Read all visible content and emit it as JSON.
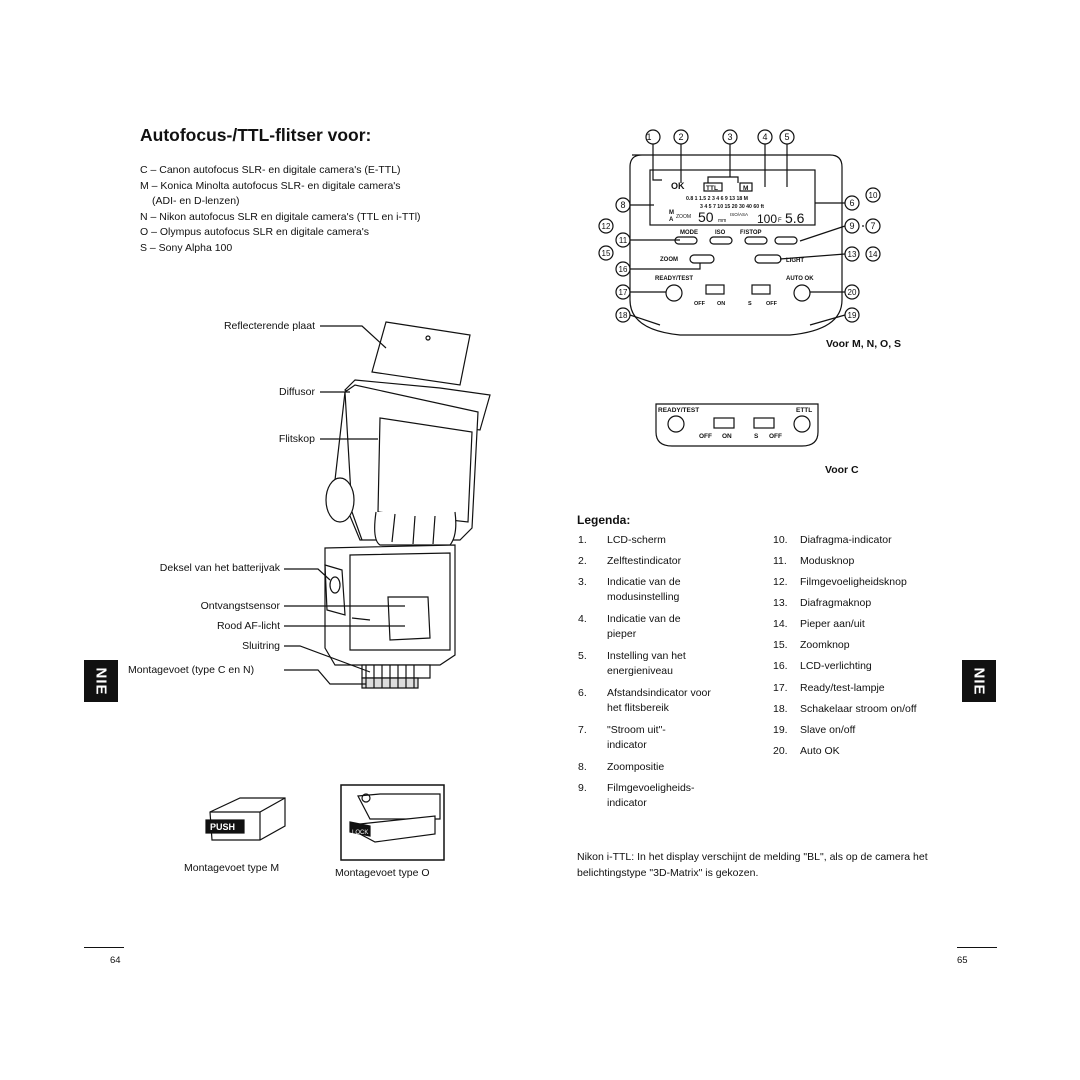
{
  "left_page": {
    "title": "Autofocus-/TTL-flitser voor:",
    "brands": [
      "C – Canon autofocus SLR- en digitale camera's (E-TTL)",
      "M – Konica Minolta autofocus SLR- en digitale camera's",
      "(ADI- en D-lenzen)",
      "N – Nikon autofocus SLR en digitale camera's (TTL en i-TTl)",
      "O – Olympus autofocus SLR en digitale camera's",
      "S – Sony Alpha 100"
    ],
    "flash_labels": {
      "reflector": "Reflecterende plaat",
      "diffuser": "Diffusor",
      "head": "Flitskop",
      "battery": "Deksel van het batterijvak",
      "sensor": "Ontvangstsensor",
      "af_light": "Rood AF-licht",
      "lock_ring": "Sluitring",
      "foot": "Montagevoet (type C en N)"
    },
    "foot_m_caption": "Montagevoet type M",
    "foot_o_caption": "Montagevoet type O",
    "push_label": "PUSH",
    "lock_label": "LOCK",
    "side_tab": "NIE",
    "page_number": "64"
  },
  "right_page": {
    "callouts": [
      "1",
      "2",
      "3",
      "4",
      "5",
      "6",
      "7",
      "8",
      "9",
      "10",
      "11",
      "12",
      "13",
      "14",
      "15",
      "16",
      "17",
      "18",
      "19",
      "20"
    ],
    "panel_msno": {
      "ok": "OK",
      "ttl": "TTL",
      "m": "M",
      "scale_top": "0.8  1  1.5  2   3   4   6   9  13 18  M",
      "scale_bottom": "3   4   5   7  10 15 20 30 40 60  ft",
      "m_a": "M",
      "a": "A",
      "zoom_word": "ZOOM",
      "zoom_value": "50",
      "mm": "mm",
      "iso_asa": "ISO/ASA",
      "iso_value": "100",
      "f_letter": "F",
      "f_value": "5.6",
      "btn_mode": "MODE",
      "btn_iso": "ISO",
      "btn_fstop": "F/STOP",
      "btn_zoom": "ZOOM",
      "btn_light": "LIGHT",
      "ready_test": "READY/TEST",
      "auto_ok": "AUTO OK",
      "off": "OFF",
      "on": "ON",
      "s": "S",
      "off2": "OFF"
    },
    "caption_msno": "Voor M, N, O, S",
    "panel_c": {
      "ready_test": "READY/TEST",
      "ettl": "ETTL",
      "off": "OFF",
      "on": "ON",
      "s": "S",
      "off2": "OFF"
    },
    "caption_c": "Voor C",
    "legend_title": "Legenda:",
    "legend_left": [
      {
        "n": "1.",
        "t": "LCD-scherm"
      },
      {
        "n": "2.",
        "t": "Zelftestindicator"
      },
      {
        "n": "3.",
        "t": "Indicatie van de modusinstelling"
      },
      {
        "n": "4.",
        "t": "Indicatie van de pieper"
      },
      {
        "n": "5.",
        "t": "Instelling van het energieniveau"
      },
      {
        "n": "6.",
        "t": "Afstandsindicator voor het flitsbereik"
      },
      {
        "n": "7.",
        "t": "\"Stroom uit\"-indicator"
      },
      {
        "n": "8.",
        "t": "Zoompositie"
      },
      {
        "n": "9.",
        "t": "Filmgevoeligheids-indicator"
      }
    ],
    "legend_right": [
      {
        "n": "10.",
        "t": "Diafragma-indicator"
      },
      {
        "n": "11.",
        "t": "Modusknop"
      },
      {
        "n": "12.",
        "t": "Filmgevoeligheidsknop"
      },
      {
        "n": "13.",
        "t": "Diafragmaknop"
      },
      {
        "n": "14.",
        "t": "Pieper aan/uit"
      },
      {
        "n": "15.",
        "t": "Zoomknop"
      },
      {
        "n": "16.",
        "t": "LCD-verlichting"
      },
      {
        "n": "17.",
        "t": "Ready/test-lampje"
      },
      {
        "n": "18.",
        "t": "Schakelaar stroom on/off"
      },
      {
        "n": "19.",
        "t": "Slave on/off"
      },
      {
        "n": "20.",
        "t": "Auto OK"
      }
    ],
    "footnote": "Nikon i-TTL: In het display verschijnt de melding \"BL\", als op de camera het belichtingstype \"3D-Matrix\" is gekozen.",
    "side_tab": "NIE",
    "page_number": "65"
  }
}
